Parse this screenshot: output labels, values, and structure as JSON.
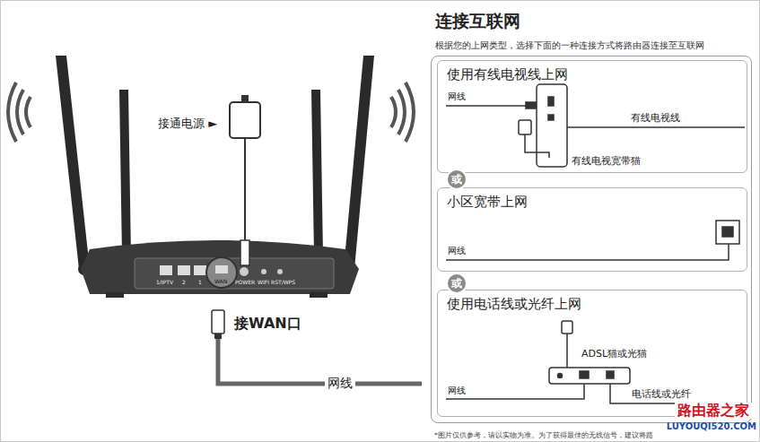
{
  "diagram": {
    "nodes": [
      {
        "text": [
          "连接互联网",
          "根据您的上网类型，选择下面的一种连接方式将路由器连接至互联网"
        ]
      },
      {
        "text": [
          "使用有线电视线上网"
        ],
        "in": 0
      },
      {
        "text": [
          "或"
        ],
        "in": 0
      },
      {
        "text": [
          "小区宽带上网"
        ],
        "in": 0
      },
      {
        "text": [
          "或"
        ],
        "in": 0
      },
      {
        "text": [
          "使用电话线或光纤上网"
        ],
        "in": 0
      }
    ],
    "labels": [
      "接通电源 ►",
      "接WAN口",
      "网线",
      "1/IPTV",
      "2",
      "1",
      "WAN",
      "POWER",
      "WIFI",
      "RST/WPS",
      "网线",
      "有线电视线",
      "有线电视宽带猫",
      "网线",
      "ADSL猫或光猫",
      "网线",
      "电话线或光纤",
      "*图片仅供参考，请以实物为准。为了获得最佳的无线信号，建议将路",
      "路由器之家",
      "LUYOUQI520.COM"
    ]
  }
}
